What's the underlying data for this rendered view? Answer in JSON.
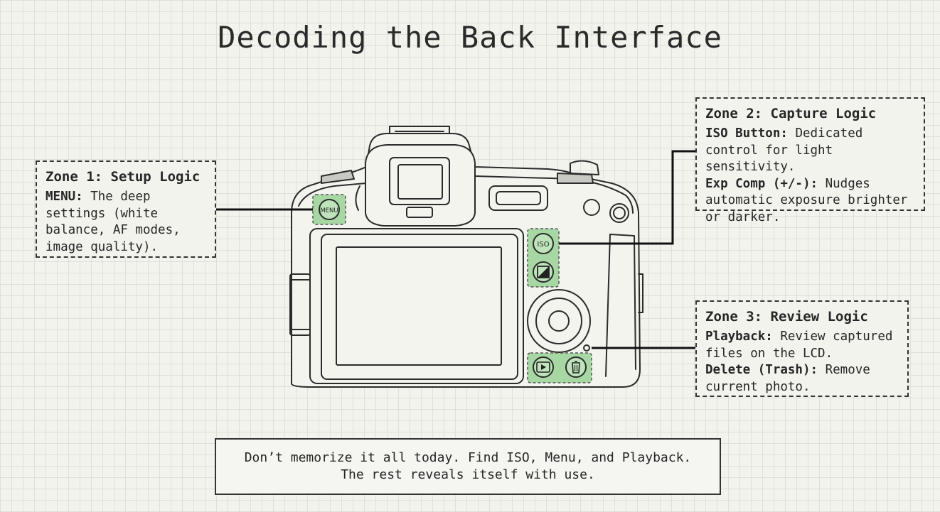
{
  "title": "Decoding the Back Interface",
  "zones": [
    {
      "heading": "Zone 1: Setup Logic",
      "items": [
        {
          "term": "MENU:",
          "desc": " The deep settings (white balance, AF modes, image quality)."
        }
      ]
    },
    {
      "heading": "Zone 2: Capture Logic",
      "items": [
        {
          "term": "ISO Button:",
          "desc": " Dedicated control for light sensitivity."
        },
        {
          "term": "Exp Comp (+/-):",
          "desc": " Nudges automatic exposure brighter or darker."
        }
      ]
    },
    {
      "heading": "Zone 3: Review Logic",
      "items": [
        {
          "term": "Playback:",
          "desc": " Review captured files on the LCD."
        },
        {
          "term": "Delete (Trash):",
          "desc": " Remove current photo."
        }
      ]
    }
  ],
  "buttons": {
    "menu": "MENU",
    "iso": "ISO"
  },
  "icons": {
    "exposure": "exposure-compensation-icon",
    "playback": "playback-icon",
    "trash": "trash-icon"
  },
  "footer": {
    "line1": "Don’t memorize it all today. Find ISO, Menu, and Playback.",
    "line2": "The rest reveals itself with use."
  },
  "colors": {
    "highlight": "#a7d8a4",
    "highlight_border": "#555555",
    "ink": "#2b2b2b"
  }
}
